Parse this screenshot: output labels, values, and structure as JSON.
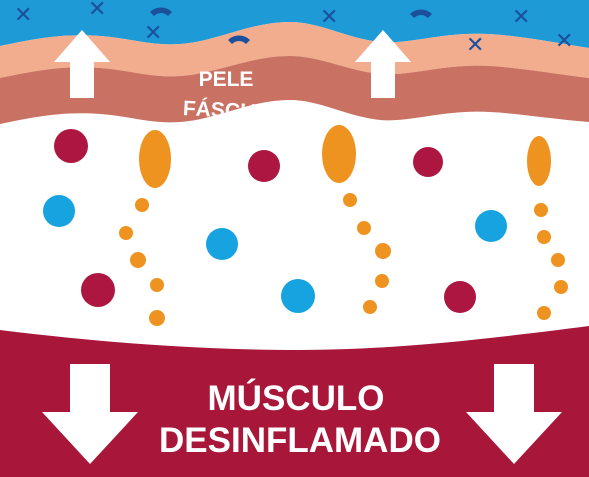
{
  "labels": {
    "skin": "PELE",
    "fascia": "FÁSCIA",
    "muscle_line1": "MÚSCULO",
    "muscle_line2": "DESINFLAMADO"
  },
  "colors": {
    "blue_layer": "#1e9bd6",
    "blue_layer_top": "#3ab0e2",
    "marks": "#1c4f9c",
    "skin": "#f2ad8f",
    "fascia": "#c97264",
    "muscle": "#a8163a",
    "crimson_dot": "#ad1640",
    "cyan_dot": "#16a3df",
    "orange": "#ef9320",
    "arrow": "#ffffff"
  },
  "icons": {
    "up_arrows": "arrow-up-icon",
    "down_arrows": "arrow-down-icon",
    "marks": "x-mark-icon"
  }
}
